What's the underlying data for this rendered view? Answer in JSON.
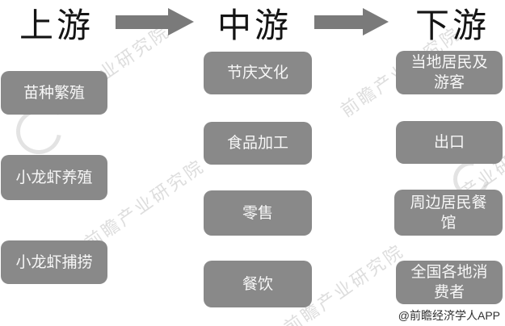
{
  "diagram": {
    "columns": [
      {
        "id": "upstream",
        "header": "上游",
        "boxes": [
          {
            "label": "苗种繁殖"
          },
          {
            "label": "小龙虾养殖"
          },
          {
            "label": "小龙虾捕捞"
          }
        ]
      },
      {
        "id": "midstream",
        "header": "中游",
        "boxes": [
          {
            "label": "节庆文化"
          },
          {
            "label": "食品加工"
          },
          {
            "label": "零售"
          },
          {
            "label": "餐饮"
          }
        ]
      },
      {
        "id": "downstream",
        "header": "下游",
        "boxes": [
          {
            "label": "当地居民及\n游客"
          },
          {
            "label": "出口"
          },
          {
            "label": "周边居民餐\n馆"
          },
          {
            "label": "全国各地消\n费者"
          }
        ]
      }
    ]
  },
  "watermark": {
    "text": "前瞻产业研究院"
  },
  "attribution": "@前瞻经济学人APP",
  "colors": {
    "box": "#898989",
    "arrow": "#7a7a7a",
    "header": "#141414",
    "box_text": "#f7f7f7",
    "watermark": "#c3c3c3",
    "attribution": "#303030",
    "background": "#ffffff"
  }
}
